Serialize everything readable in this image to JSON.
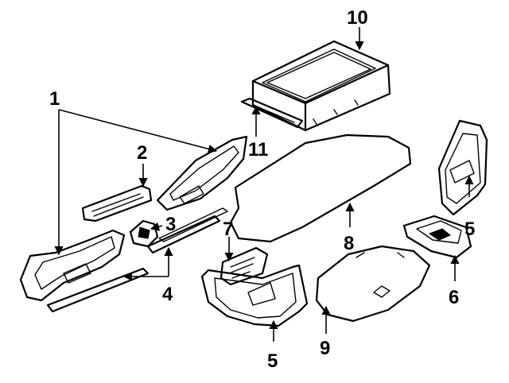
{
  "diagram": {
    "callouts": [
      {
        "id": "1",
        "label": "1"
      },
      {
        "id": "2",
        "label": "2"
      },
      {
        "id": "3",
        "label": "3"
      },
      {
        "id": "4",
        "label": "4"
      },
      {
        "id": "5a",
        "label": "5"
      },
      {
        "id": "5b",
        "label": "5"
      },
      {
        "id": "6",
        "label": "6"
      },
      {
        "id": "7",
        "label": "7"
      },
      {
        "id": "8",
        "label": "8"
      },
      {
        "id": "9",
        "label": "9"
      },
      {
        "id": "10",
        "label": "10"
      },
      {
        "id": "11",
        "label": "11"
      }
    ]
  }
}
